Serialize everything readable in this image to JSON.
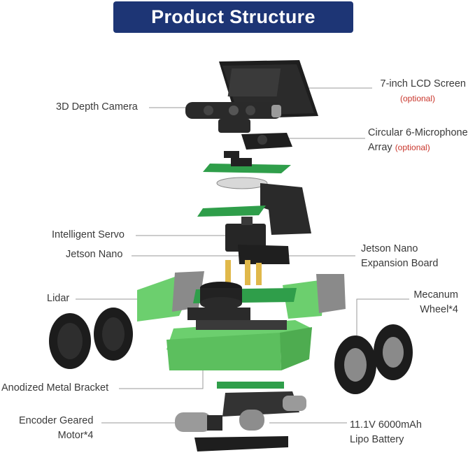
{
  "title": "Product Structure",
  "labels": {
    "lcd": {
      "name": "7-inch LCD Screen",
      "note": "(optional)"
    },
    "camera": {
      "name": "3D Depth Camera"
    },
    "mic_line1": "Circular 6-Microphone",
    "mic_line2": "Array",
    "mic_note": "(optional)",
    "servo": "Intelligent Servo",
    "jetson": "Jetson Nano",
    "expansion_line1": "Jetson Nano",
    "expansion_line2": "Expansion Board",
    "lidar": "Lidar",
    "wheel_line1": "Mecanum",
    "wheel_line2": "Wheel*4",
    "bracket": "Anodized Metal Bracket",
    "motor_line1": "Encoder Geared",
    "motor_line2": "Motor*4",
    "battery_line1": "11.1V 6000mAh",
    "battery_line2": "Lipo Battery"
  },
  "colors": {
    "banner": "#1d3575",
    "optional": "#c9352b",
    "frame_green": "#6ccf6e",
    "pcb_green": "#2f9e4a",
    "dark": "#2a2a2a",
    "leader_line": "#9a9a9a"
  }
}
